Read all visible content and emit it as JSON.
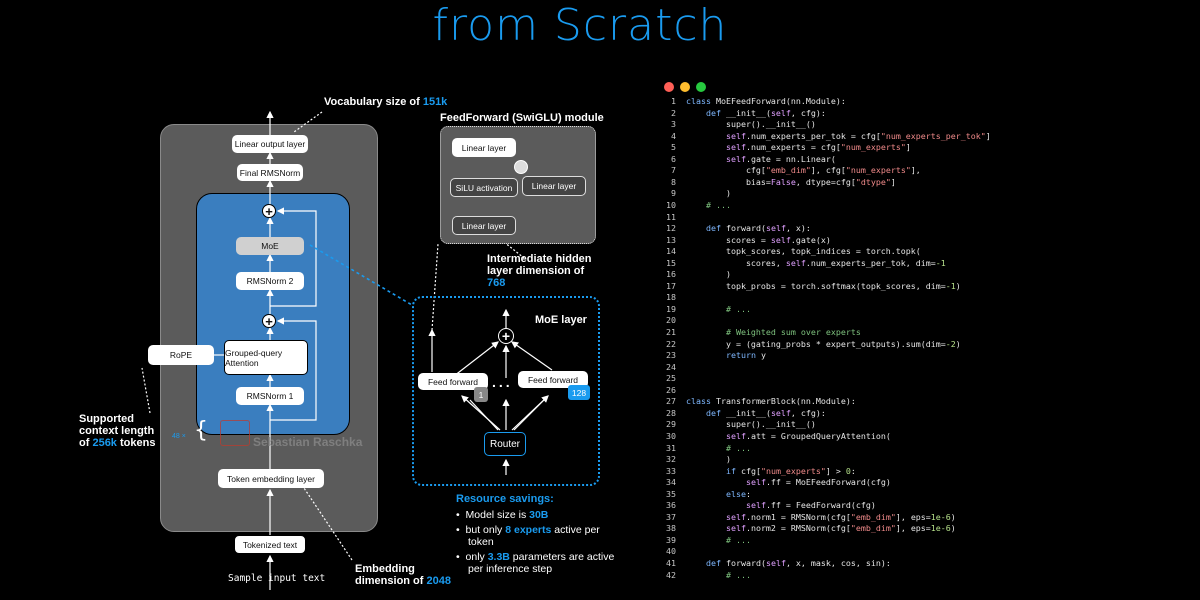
{
  "header": {
    "title": "from Scratch"
  },
  "colors": {
    "accent": "#1a9bef",
    "block_blue": "#3a7ebf",
    "panel_gray": "#5a5a5a",
    "window_red": "#ff5f56",
    "window_yellow": "#ffbd2e",
    "window_green": "#27c93f"
  },
  "transformer": {
    "vocab_prefix": "Vocabulary size of ",
    "vocab_value": "151k",
    "linear_output": "Linear output layer",
    "final_norm": "Final RMSNorm",
    "moe": "MoE",
    "rmsnorm2": "RMSNorm 2",
    "gqa": "Grouped-query Attention",
    "rope": "RoPE",
    "rmsnorm1": "RMSNorm 1",
    "repeat": "48 ×",
    "watermark": "Sebastian Raschka",
    "token_embedding": "Token embedding layer",
    "tokenized_text": "Tokenized text",
    "sample_input": "Sample input text",
    "context_line1": "Supported",
    "context_line2": "context length",
    "context_of": "of ",
    "context_value": "256k",
    "context_tokens": " tokens",
    "embed_line1": "Embedding",
    "embed_prefix": "dimension of ",
    "embed_value": "2048"
  },
  "feedforward": {
    "title": "FeedForward (SwiGLU) module",
    "linear_top": "Linear layer",
    "silu": "SiLU activation",
    "linear_right": "Linear layer",
    "linear_bottom": "Linear layer",
    "hidden_line1": "Intermediate hidden",
    "hidden_line2": "layer dimension of",
    "hidden_value": "768"
  },
  "moe_layer": {
    "title": "MoE layer",
    "ff_left": "Feed forward",
    "ff_right": "Feed forward",
    "badge_left": "1",
    "badge_right": "128",
    "router": "Router"
  },
  "savings": {
    "title": "Resource savings:",
    "p1_pre": "Model size is ",
    "p1_val": "30B",
    "p2_pre": "but only ",
    "p2_val": "8 experts",
    "p2_post": " active per",
    "p2_cont": "token",
    "p3_pre": "only ",
    "p3_val": "3.3B",
    "p3_post": " parameters are active",
    "p3_cont": "per inference step"
  },
  "code": [
    {
      "n": "1",
      "t": "class MoEFeedForward(nn.Module):"
    },
    {
      "n": "2",
      "t": "    def __init__(self, cfg):"
    },
    {
      "n": "3",
      "t": "        super().__init__()"
    },
    {
      "n": "4",
      "t": "        self.num_experts_per_tok = cfg[\"num_experts_per_tok\"]"
    },
    {
      "n": "5",
      "t": "        self.num_experts = cfg[\"num_experts\"]"
    },
    {
      "n": "6",
      "t": "        self.gate = nn.Linear("
    },
    {
      "n": "7",
      "t": "            cfg[\"emb_dim\"], cfg[\"num_experts\"],"
    },
    {
      "n": "8",
      "t": "            bias=False, dtype=cfg[\"dtype\"]"
    },
    {
      "n": "9",
      "t": "        )"
    },
    {
      "n": "10",
      "t": "    # ..."
    },
    {
      "n": "11",
      "t": ""
    },
    {
      "n": "12",
      "t": "    def forward(self, x):"
    },
    {
      "n": "13",
      "t": "        scores = self.gate(x)"
    },
    {
      "n": "14",
      "t": "        topk_scores, topk_indices = torch.topk("
    },
    {
      "n": "15",
      "t": "            scores, self.num_experts_per_tok, dim=-1"
    },
    {
      "n": "16",
      "t": "        )"
    },
    {
      "n": "17",
      "t": "        topk_probs = torch.softmax(topk_scores, dim=-1)"
    },
    {
      "n": "18",
      "t": ""
    },
    {
      "n": "19",
      "t": "        # ..."
    },
    {
      "n": "20",
      "t": ""
    },
    {
      "n": "21",
      "t": "        # Weighted sum over experts"
    },
    {
      "n": "22",
      "t": "        y = (gating_probs * expert_outputs).sum(dim=-2)"
    },
    {
      "n": "23",
      "t": "        return y"
    },
    {
      "n": "24",
      "t": ""
    },
    {
      "n": "25",
      "t": ""
    },
    {
      "n": "26",
      "t": ""
    },
    {
      "n": "27",
      "t": "class TransformerBlock(nn.Module):"
    },
    {
      "n": "28",
      "t": "    def __init__(self, cfg):"
    },
    {
      "n": "29",
      "t": "        super().__init__()"
    },
    {
      "n": "30",
      "t": "        self.att = GroupedQueryAttention("
    },
    {
      "n": "31",
      "t": "        # ..."
    },
    {
      "n": "32",
      "t": "        )"
    },
    {
      "n": "33",
      "t": "        if cfg[\"num_experts\"] > 0:"
    },
    {
      "n": "34",
      "t": "            self.ff = MoEFeedForward(cfg)"
    },
    {
      "n": "35",
      "t": "        else:"
    },
    {
      "n": "36",
      "t": "            self.ff = FeedForward(cfg)"
    },
    {
      "n": "37",
      "t": "        self.norm1 = RMSNorm(cfg[\"emb_dim\"], eps=1e-6)"
    },
    {
      "n": "38",
      "t": "        self.norm2 = RMSNorm(cfg[\"emb_dim\"], eps=1e-6)"
    },
    {
      "n": "39",
      "t": "        # ..."
    },
    {
      "n": "40",
      "t": ""
    },
    {
      "n": "41",
      "t": "    def forward(self, x, mask, cos, sin):"
    },
    {
      "n": "42",
      "t": "        # ..."
    }
  ]
}
